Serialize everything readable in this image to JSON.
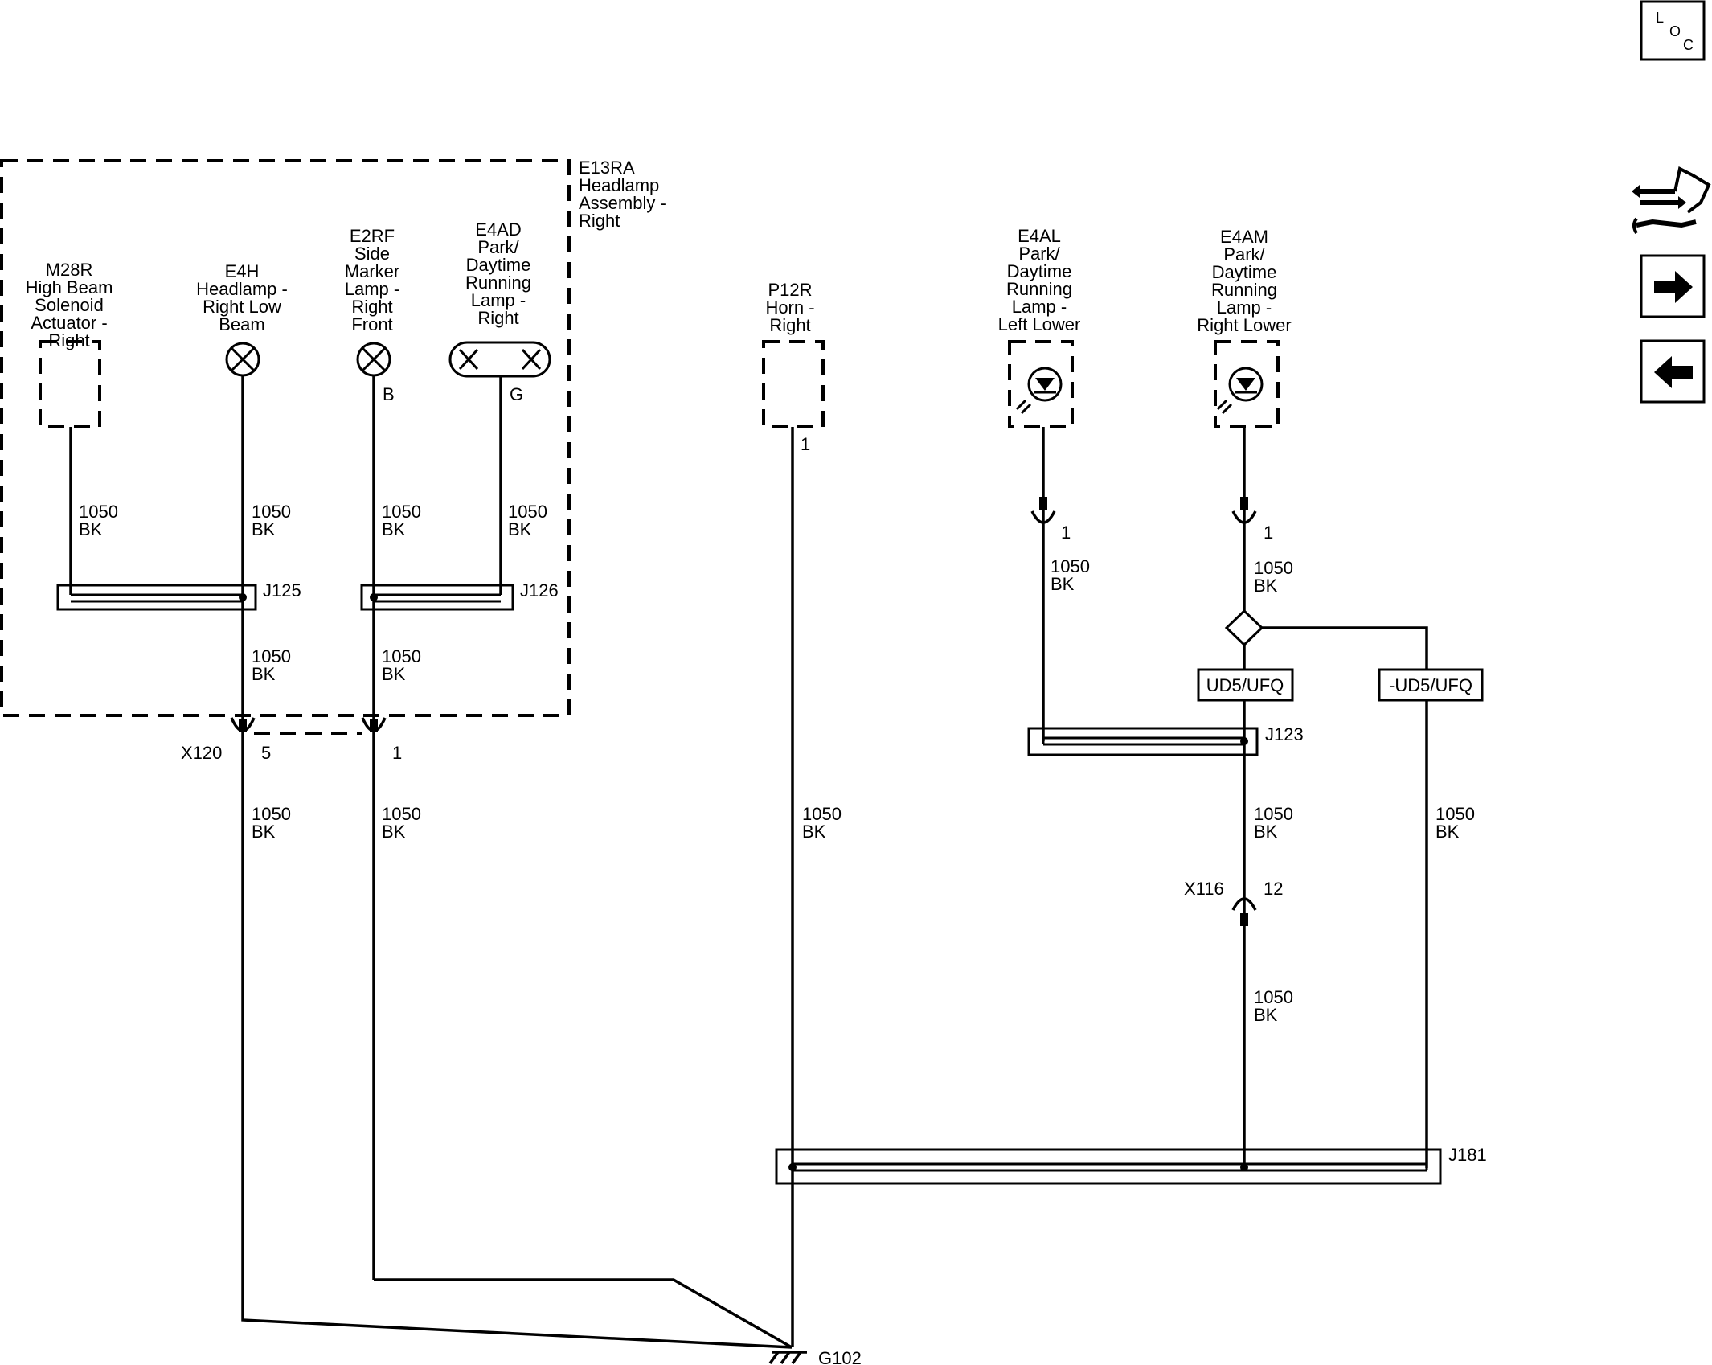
{
  "assembly": {
    "id": "E13RA",
    "name_l1": "Headlamp",
    "name_l2": "Assembly -",
    "name_l3": "Right"
  },
  "components": {
    "m28r": {
      "l1": "M28R",
      "l2": "High Beam",
      "l3": "Solenoid",
      "l4": "Actuator -",
      "l5": "Right"
    },
    "e4h": {
      "l1": "E4H",
      "l2": "Headlamp -",
      "l3": "Right Low",
      "l4": "Beam"
    },
    "e2rf": {
      "l1": "E2RF",
      "l2": "Side",
      "l3": "Marker",
      "l4": "Lamp -",
      "l5": "Right",
      "l6": "Front",
      "pin": "B"
    },
    "e4ad": {
      "l1": "E4AD",
      "l2": "Park/",
      "l3": "Daytime",
      "l4": "Running",
      "l5": "Lamp -",
      "l6": "Right",
      "pin": "G"
    },
    "p12r": {
      "l1": "P12R",
      "l2": "Horn -",
      "l3": "Right",
      "pin": "1"
    },
    "e4al": {
      "l1": "E4AL",
      "l2": "Park/",
      "l3": "Daytime",
      "l4": "Running",
      "l5": "Lamp -",
      "l6": "Left Lower",
      "pin": "1"
    },
    "e4am": {
      "l1": "E4AM",
      "l2": "Park/",
      "l3": "Daytime",
      "l4": "Running",
      "l5": "Lamp -",
      "l6": "Right Lower",
      "pin": "1"
    }
  },
  "wire": {
    "circuit": "1050",
    "color": "BK"
  },
  "splices": {
    "j125": "J125",
    "j126": "J126",
    "j123": "J123",
    "j181": "J181"
  },
  "connectors": {
    "x120": {
      "name": "X120",
      "pin_a": "5",
      "pin_b": "1"
    },
    "x116": {
      "name": "X116",
      "pin": "12"
    }
  },
  "options": {
    "ud5": "UD5/UFQ",
    "not_ud5": "-UD5/UFQ"
  },
  "ground": "G102",
  "nav": {
    "loc_l": "L",
    "loc_o": "O",
    "loc_c": "C",
    "icons": [
      "loc-icon",
      "connector-harness-icon",
      "arrow-right-icon",
      "arrow-left-icon"
    ]
  }
}
